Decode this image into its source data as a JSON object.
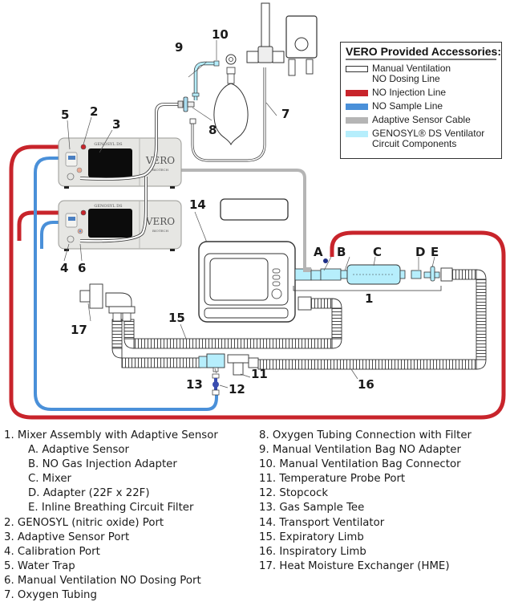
{
  "legend": {
    "title": "VERO Provided Accessories:",
    "items": [
      {
        "label_line1": "Manual Ventilation",
        "label_line2": "NO Dosing Line",
        "color": "#ffffff",
        "border": "#333333"
      },
      {
        "label_line1": "NO Injection Line",
        "label_line2": "",
        "color": "#c8242b",
        "border": "none"
      },
      {
        "label_line1": "NO Sample Line",
        "label_line2": "",
        "color": "#4a90d9",
        "border": "none"
      },
      {
        "label_line1": "Adaptive Sensor Cable",
        "label_line2": "",
        "color": "#b5b5b5",
        "border": "none"
      },
      {
        "label_line1": "GENOSYL® DS Ventilator",
        "label_line2": "Circuit Components",
        "color": "#b6eefc",
        "border": "none"
      }
    ]
  },
  "devices": {
    "brand": "VERO",
    "brand_sub": "BIOTECH",
    "model": "GENOSYL DS"
  },
  "callouts": {
    "c1": "1",
    "c2": "2",
    "c3": "3",
    "c4": "4",
    "c5": "5",
    "c6": "6",
    "c7": "7",
    "c8": "8",
    "c9": "9",
    "c10": "10",
    "c11": "11",
    "c12": "12",
    "c13": "13",
    "c14": "14",
    "c15": "15",
    "c16": "16",
    "c17": "17",
    "cA": "A",
    "cB": "B",
    "cC": "C",
    "cD": "D",
    "cE": "E"
  },
  "colors": {
    "injection": "#c8242b",
    "sample": "#4a90d9",
    "cable": "#b5b5b5",
    "circuit": "#b6eefc",
    "device_body": "#e6e6e3"
  },
  "key": {
    "left": [
      {
        "text": "1. Mixer Assembly with Adaptive Sensor",
        "sub": false
      },
      {
        "text": "A. Adaptive Sensor",
        "sub": true
      },
      {
        "text": "B. NO Gas Injection Adapter",
        "sub": true
      },
      {
        "text": "C. Mixer",
        "sub": true
      },
      {
        "text": "D. Adapter (22F x 22F)",
        "sub": true
      },
      {
        "text": "E. Inline Breathing Circuit Filter",
        "sub": true
      },
      {
        "text": "2. GENOSYL (nitric oxide) Port",
        "sub": false
      },
      {
        "text": "3. Adaptive Sensor Port",
        "sub": false
      },
      {
        "text": "4. Calibration Port",
        "sub": false
      },
      {
        "text": "5. Water Trap",
        "sub": false
      },
      {
        "text": "6. Manual Ventilation NO Dosing Port",
        "sub": false
      },
      {
        "text": "7. Oxygen Tubing",
        "sub": false
      }
    ],
    "right": [
      {
        "text": "8. Oxygen Tubing Connection with Filter",
        "sub": false
      },
      {
        "text": "9. Manual Ventilation Bag NO Adapter",
        "sub": false
      },
      {
        "text": "10. Manual Ventilation Bag Connector",
        "sub": false
      },
      {
        "text": "11. Temperature Probe Port",
        "sub": false
      },
      {
        "text": "12. Stopcock",
        "sub": false
      },
      {
        "text": "13. Gas Sample Tee",
        "sub": false
      },
      {
        "text": "14. Transport Ventilator",
        "sub": false
      },
      {
        "text": "15. Expiratory Limb",
        "sub": false
      },
      {
        "text": "16. Inspiratory Limb",
        "sub": false
      },
      {
        "text": "17. Heat Moisture Exchanger (HME)",
        "sub": false
      }
    ]
  }
}
